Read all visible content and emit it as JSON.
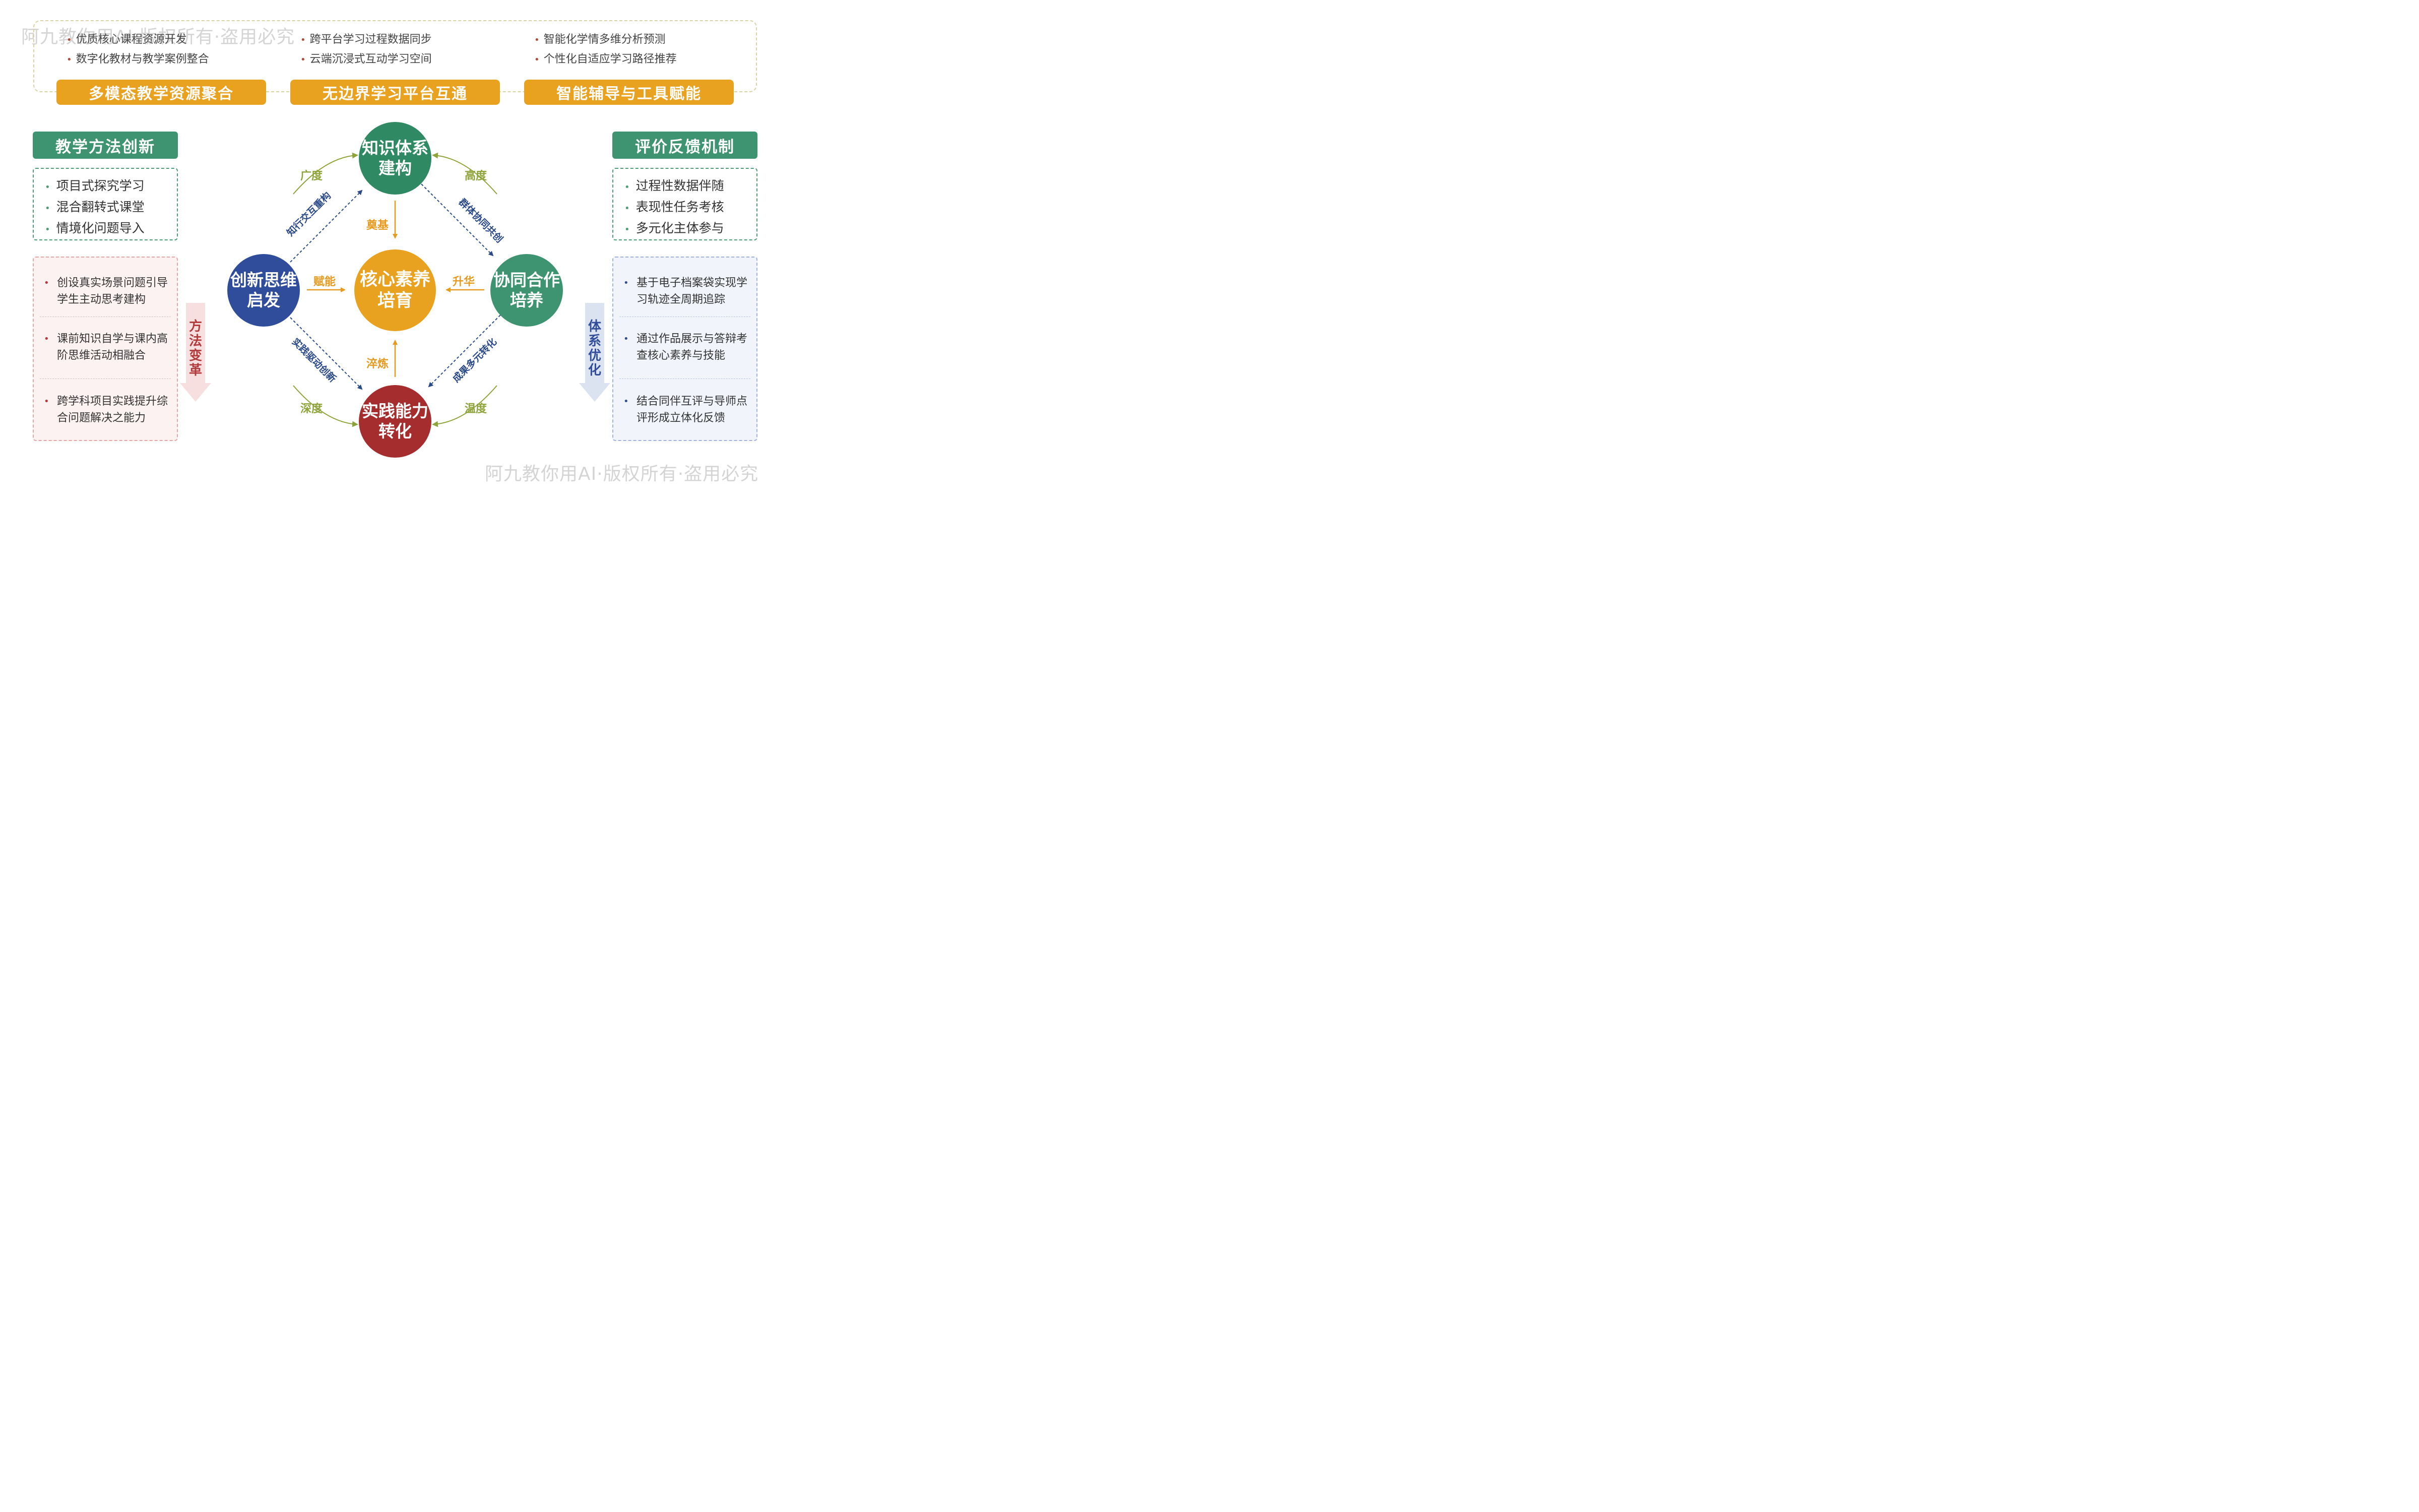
{
  "watermark": "阿九教你用AI·版权所有·盗用必究",
  "top": {
    "columns": [
      {
        "items": [
          "优质核心课程资源开发",
          "数字化教材与教学案例整合"
        ],
        "bar": "多模态教学资源聚合"
      },
      {
        "items": [
          "跨平台学习过程数据同步",
          "云端沉浸式互动学习空间"
        ],
        "bar": "无边界学习平台互通"
      },
      {
        "items": [
          "智能化学情多维分析预测",
          "个性化自适应学习路径推荐"
        ],
        "bar": "智能辅导与工具赋能"
      }
    ]
  },
  "left": {
    "header": "教学方法创新",
    "items": [
      "项目式探究学习",
      "混合翻转式课堂",
      "情境化问题导入"
    ],
    "cells": [
      "创设真实场景问题引导学生主动思考建构",
      "课前知识自学与课内高阶思维活动相融合",
      "跨学科项目实践提升综合问题解决之能力"
    ],
    "arrow_label": "方法变革"
  },
  "right": {
    "header": "评价反馈机制",
    "items": [
      "过程性数据伴随",
      "表现性任务考核",
      "多元化主体参与"
    ],
    "cells": [
      "基于电子档案袋实现学习轨迹全周期追踪",
      "通过作品展示与答辩考查核心素养与技能",
      "结合同伴互评与导师点评形成立体化反馈"
    ],
    "arrow_label": "体系优化"
  },
  "center": {
    "core": [
      "核心素养",
      "培育"
    ],
    "top": [
      "知识体系",
      "建构"
    ],
    "left": [
      "创新思维",
      "启发"
    ],
    "right": [
      "协同合作",
      "培养"
    ],
    "bottom": [
      "实践能力",
      "转化"
    ],
    "labels": {
      "to_core_top": "奠基",
      "to_core_left": "赋能",
      "to_core_right": "升华",
      "to_core_bottom": "淬炼",
      "breadth": "广度",
      "height": "高度",
      "depth": "深度",
      "warmth": "温度",
      "diag_tl": "知行交互重构",
      "diag_tr": "群体协同共创",
      "diag_bl": "实践驱动创新",
      "diag_br": "成果多元转化"
    }
  },
  "colors": {
    "orange": "#e9a120",
    "green": "#3e9470",
    "dark_green": "#2f8a63",
    "blue": "#2f4d9a",
    "red": "#a52d2d",
    "olive": "#8ea43a"
  }
}
